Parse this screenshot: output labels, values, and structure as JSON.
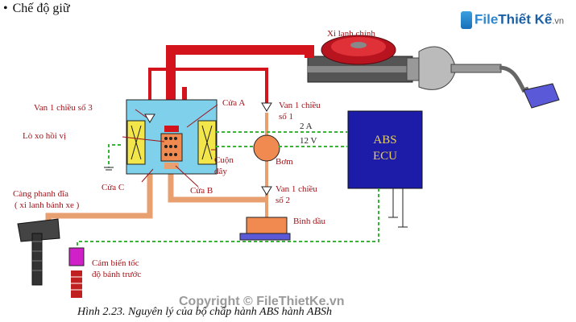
{
  "heading": {
    "bullet": "•",
    "text": "Chế độ giữ"
  },
  "logo": {
    "word1": "File",
    "word2": "Thiết Kế",
    "domain": ".vn"
  },
  "labels": {
    "master_cylinder": "Xi lanh chính",
    "check_valve_3": "Van 1 chiều số 3",
    "port_a": "Cửa A",
    "check_valve_1_line1": "Van 1 chiều",
    "check_valve_1_line2": "số 1",
    "return_spring": "Lò xo hồi vị",
    "coil_line1": "Cuộn",
    "coil_line2": "dây",
    "port_c": "Cửa C",
    "port_b": "Cửa B",
    "pump": "Bơm",
    "current": "2 A",
    "voltage": "12 V",
    "check_valve_2_line1": "Van 1 chiều",
    "check_valve_2_line2": "số 2",
    "reservoir": "Bình dầu",
    "caliper_line1": "Càng phanh đĩa",
    "caliper_line2": "( xi lanh bánh xe )",
    "sensor_line1": "Cảm biến tốc",
    "sensor_line2": "độ bánh trước",
    "ecu_line1": "ABS",
    "ecu_line2": "ECU"
  },
  "caption": "Hình 2.23. Nguyên lý của bộ chấp hành ABS hành ABSh",
  "watermark": "Copyright © FileThietKe.vn",
  "colors": {
    "high_pressure": "#d4141c",
    "low_pressure": "#e8a070",
    "housing": "#7fd0ea",
    "coil": "#f2e64a",
    "ecu": "#1c1ca8",
    "signal": "#36b436",
    "reservoir": "#f08a50"
  }
}
